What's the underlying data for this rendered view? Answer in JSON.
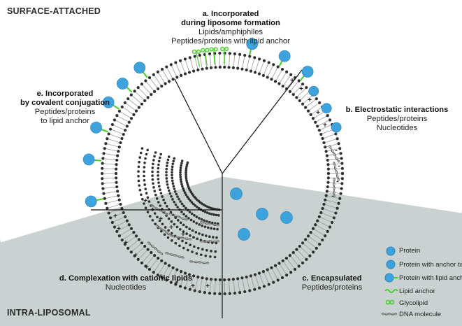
{
  "corner_labels": {
    "top_left": "SURFACE-ATTACHED",
    "bottom_left": "INTRA-LIPOSOMAL"
  },
  "sections": {
    "a": {
      "title_line1": "a. Incorporated",
      "title_line2": "during liposome formation",
      "line1": "Lipids/amphiphiles",
      "line2": "Peptides/proteins with lipid anchor"
    },
    "b": {
      "title": "b. Electrostatic interactions",
      "line1": "Peptides/proteins",
      "line2": "Nucleotides"
    },
    "c": {
      "title": "c. Encapsulated",
      "line1": "Peptides/proteins"
    },
    "d": {
      "title": "d. Complexation with cationic lipids",
      "line1": "Nucleotides"
    },
    "e": {
      "title_line1": "e. Incorporated",
      "title_line2": "by covalent conjugation",
      "line1": "Peptides/proteins",
      "line2": "to lipid anchor"
    }
  },
  "legend": [
    {
      "key": "protein",
      "label": "Protein"
    },
    {
      "key": "anchor-tag",
      "label": "Protein with anchor tag"
    },
    {
      "key": "lipid-anchor-protein",
      "label": "Protein with lipid anchor"
    },
    {
      "key": "lipid-anchor",
      "label": "Lipid anchor"
    },
    {
      "key": "glycolipid",
      "label": "Glycolipid"
    },
    {
      "key": "dna",
      "label": "DNA molecule"
    }
  ],
  "charges": {
    "plus": "+",
    "minus": "-"
  },
  "colors": {
    "protein_blue": "#3ea3dd",
    "anchor_green": "#44cc22",
    "bead_dark": "#2f2f2f",
    "tail_gray": "#9a9a9a",
    "lower_region": "#c9d1d1",
    "background": "#ffffff"
  }
}
